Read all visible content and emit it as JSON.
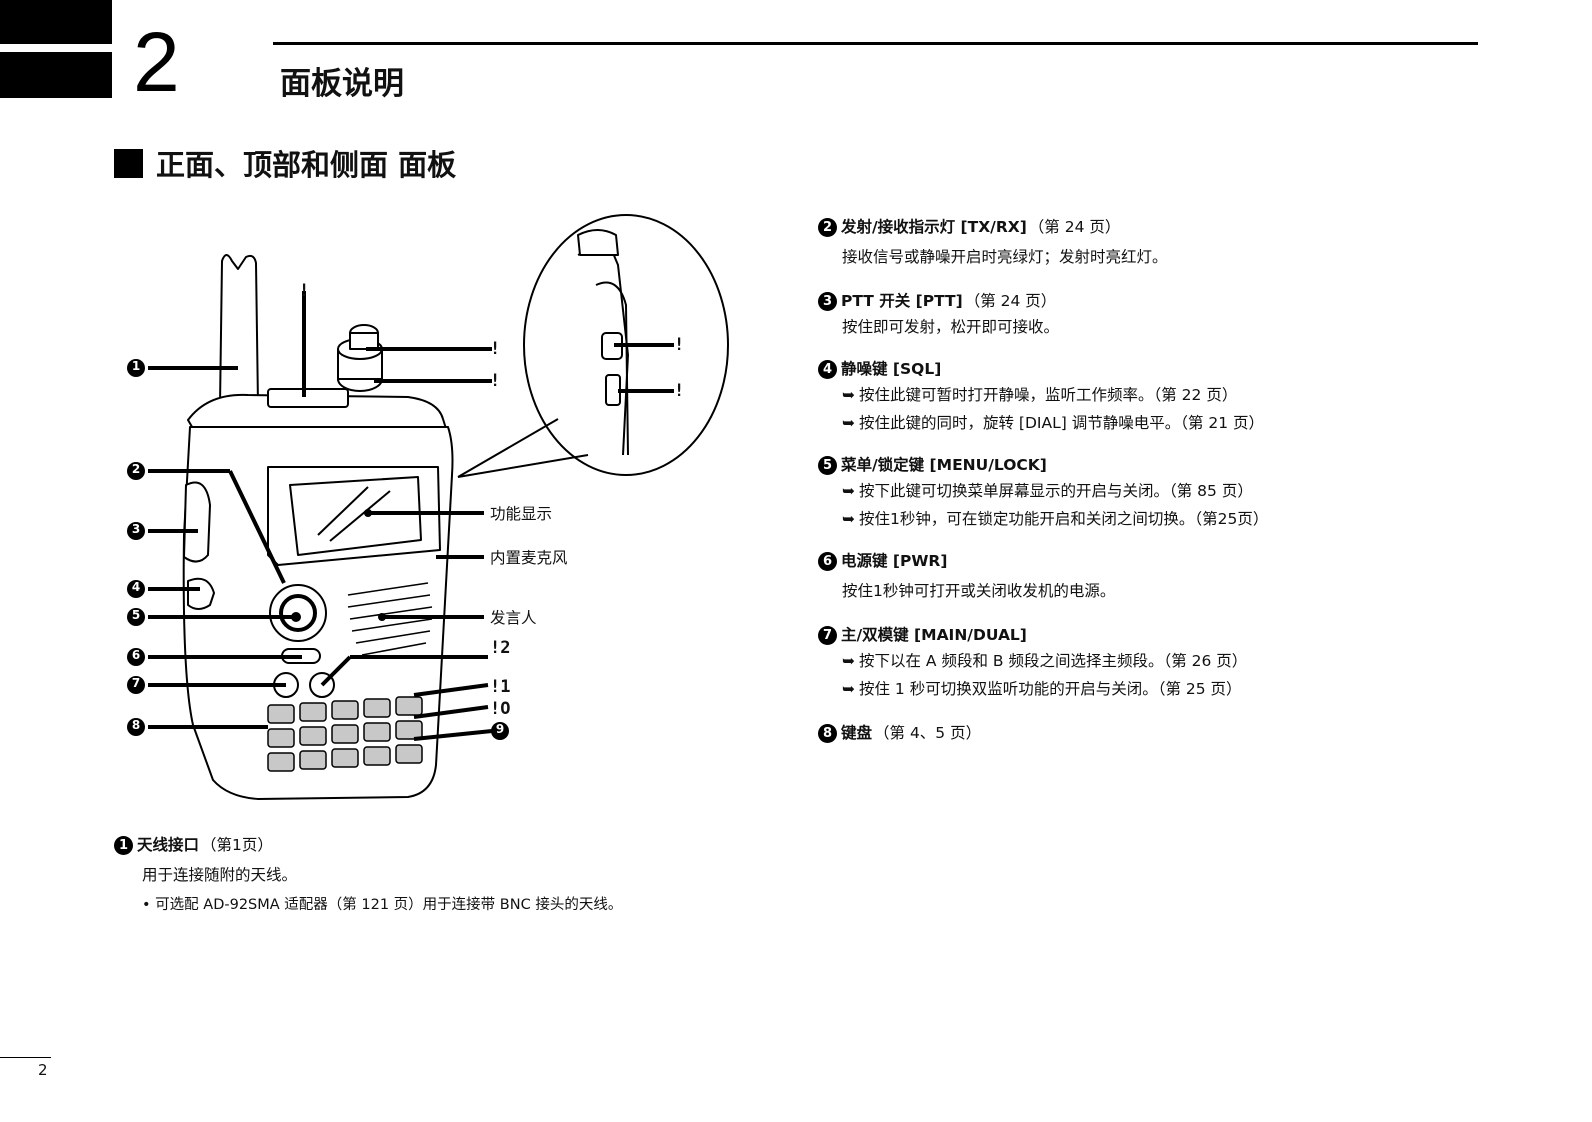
{
  "chapter": {
    "number": "2",
    "title": "面板说明"
  },
  "section": {
    "title": "正面、顶部和侧面 面板"
  },
  "diagram": {
    "labels": {
      "display": "功能显示",
      "mic": "内置麦克风",
      "speaker": "发言人"
    },
    "callouts": {
      "c1": "1",
      "c2": "2",
      "c3": "3",
      "c4": "4",
      "c5": "5",
      "c6": "6",
      "c7": "7",
      "c8": "8",
      "c9": "9",
      "c10": "!O",
      "c11": "!1",
      "c12": "!2",
      "top_a": "!",
      "top_b": "!",
      "top_c": "!",
      "side_a": "!",
      "side_b": "!"
    }
  },
  "items": [
    {
      "num": "1",
      "title": "天线接口",
      "ref": "（第1页）",
      "desc": "用于连接随附的天线。",
      "bullets": [
        "可选配 AD-92SMA 适配器（第 121 页）用于连接带 BNC 接头的天线。"
      ]
    },
    {
      "num": "2",
      "title": "发射/接收指示灯 [TX/RX]",
      "ref": "（第 24 页）",
      "desc": "接收信号或静噪开启时亮绿灯；发射时亮红灯。"
    },
    {
      "num": "3",
      "title": "PTT 开关 [PTT]",
      "ref": "（第 24 页）",
      "desc": "按住即可发射，松开即可接收。"
    },
    {
      "num": "4",
      "title": "静噪键 [SQL]",
      "ref": "",
      "bullets": [
        "按住此键可暂时打开静噪，监听工作频率。（第 22 页）",
        "按住此键的同时，旋转 [DIAL] 调节静噪电平。（第 21 页）"
      ]
    },
    {
      "num": "5",
      "title": "菜单/锁定键 [MENU/LOCK]",
      "ref": "",
      "bullets": [
        "按下此键可切换菜单屏幕显示的开启与关闭。（第 85 页）",
        "按住1秒钟，可在锁定功能开启和关闭之间切换。（第25页）"
      ]
    },
    {
      "num": "6",
      "title": "电源键 [PWR]",
      "ref": "",
      "desc": "按住1秒钟可打开或关闭收发机的电源。"
    },
    {
      "num": "7",
      "title": "主/双模键 [MAIN/DUAL]",
      "ref": "",
      "bullets": [
        "按下以在 A 频段和 B 频段之间选择主频段。（第 26 页）",
        "按住 1 秒可切换双监听功能的开启与关闭。（第 25 页）"
      ]
    },
    {
      "num": "8",
      "title": "键盘",
      "ref": "（第 4、5 页）"
    }
  ],
  "footer": {
    "page": "2"
  }
}
